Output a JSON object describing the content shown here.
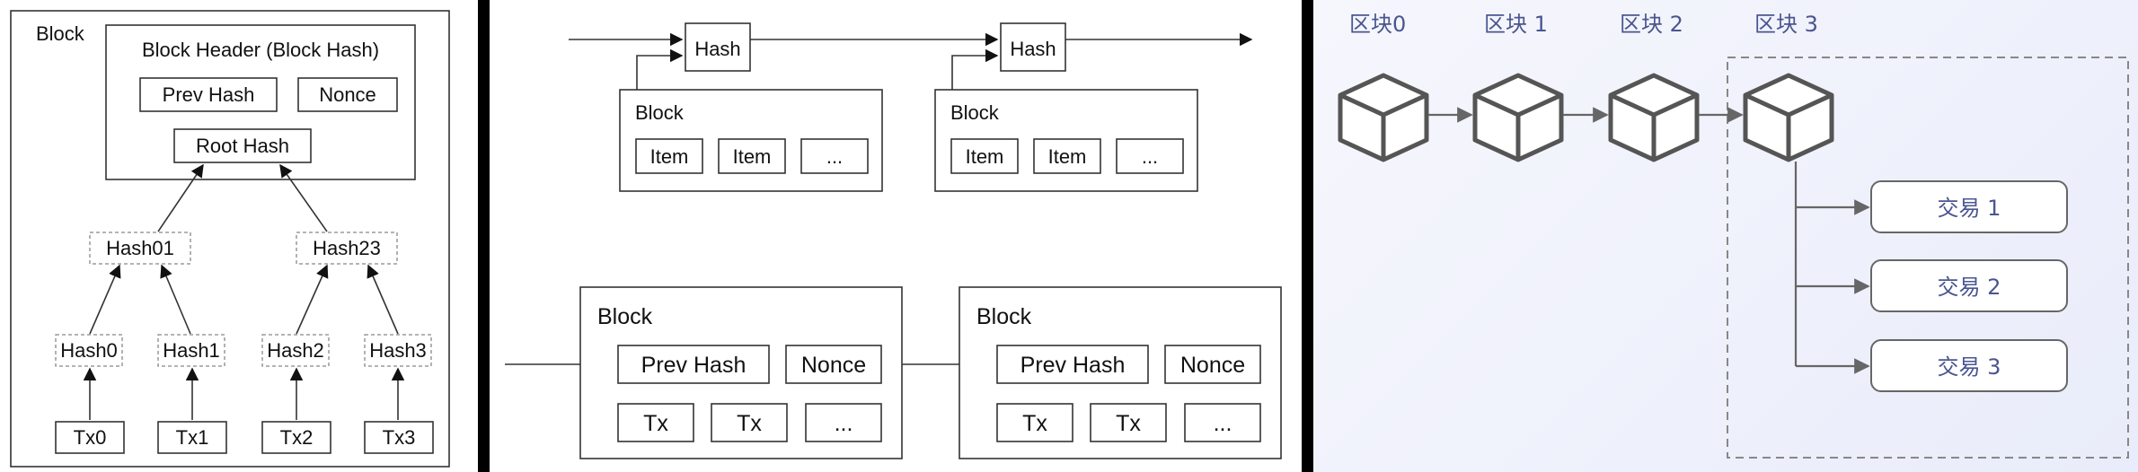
{
  "merkle": {
    "block_label": "Block",
    "header_label": "Block Header (Block Hash)",
    "prev_hash": "Prev Hash",
    "nonce": "Nonce",
    "root_hash": "Root Hash",
    "hash01": "Hash01",
    "hash23": "Hash23",
    "hash0": "Hash0",
    "hash1": "Hash1",
    "hash2": "Hash2",
    "hash3": "Hash3",
    "tx0": "Tx0",
    "tx1": "Tx1",
    "tx2": "Tx2",
    "tx3": "Tx3"
  },
  "chain_top": {
    "hash": "Hash",
    "block": "Block",
    "item": "Item",
    "ellipsis": "..."
  },
  "chain_bottom": {
    "block": "Block",
    "prev_hash": "Prev Hash",
    "nonce": "Nonce",
    "tx": "Tx",
    "ellipsis": "..."
  },
  "chain_cn": {
    "blocks": [
      "区块0",
      "区块 1",
      "区块 2",
      "区块 3"
    ],
    "transactions": [
      "交易 1",
      "交易 2",
      "交易 3"
    ],
    "colors": {
      "text": "#4a5590",
      "cube": "#555555",
      "dashed": "#888888"
    }
  }
}
